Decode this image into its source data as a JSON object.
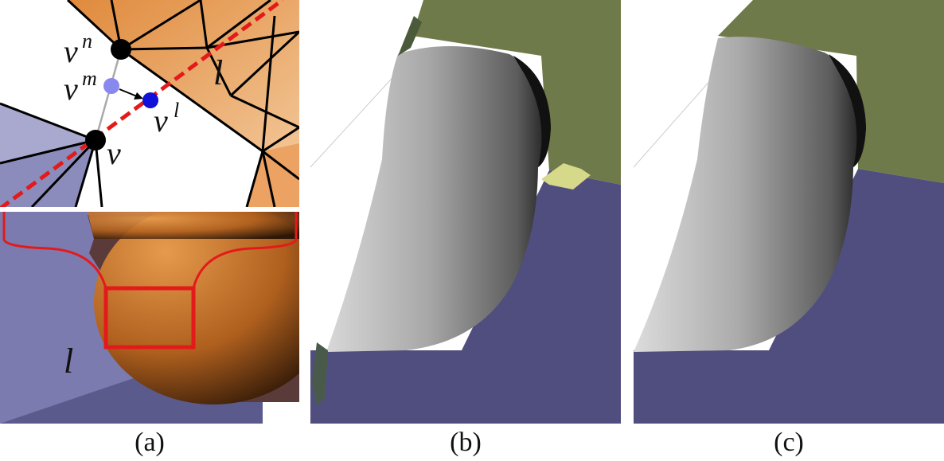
{
  "panel_a": {
    "labels": {
      "v_n": "v",
      "v_n_sup": "n",
      "v_m": "v",
      "v_m_sup": "m",
      "v_l": "v",
      "v_l_sup": "l",
      "v": "v",
      "l_top": "l",
      "l_bottom": "l"
    }
  },
  "captions": {
    "a": "(a)",
    "b": "(b)",
    "c": "(c)"
  },
  "colors": {
    "orange_mesh": "#e8924a",
    "lavender": "#8c8cbc",
    "olive_plane": "#6f7a4a",
    "navy_plane": "#4f4e7f",
    "red_line": "#e41a1a",
    "vertex_black": "#000000",
    "vertex_blue": "#1010d8",
    "vertex_light_blue": "#8888ee"
  }
}
